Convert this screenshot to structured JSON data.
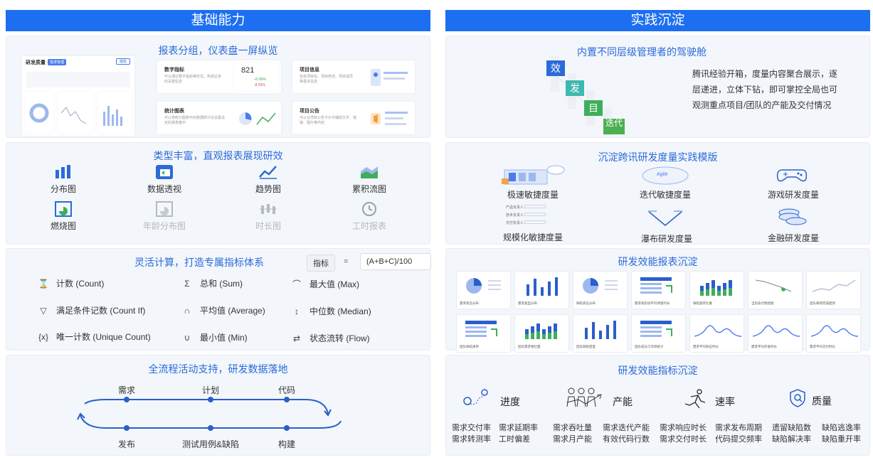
{
  "headers": {
    "left": "基础能力",
    "right": "实践沉淀"
  },
  "left": {
    "dashboard": {
      "title": "报表分组，仪表盘一屏纵览",
      "thumb_title": "研发质量",
      "thumb_badge": "需求管理",
      "thumb_btn": "模版",
      "digit_title": "数字指标",
      "digit_desc": "可以通过数字指标等形式，构成业务的关键信息",
      "digit_value": "821",
      "digit_up": "+5.89%",
      "digit_down": "-8.55%",
      "project_title": "项目信息",
      "project_desc": "包含项目信、项目表述、项目成员等基本信息",
      "stats_title": "统计图表",
      "stats_desc": "可以将统计图表中的数据统计在设置设定的报表盘中",
      "notice_title": "项目公告",
      "notice_desc": "可以在项目公告卡片中播放文字、链接、图片等内容"
    },
    "types": {
      "title": "类型丰富，直观报表展现研效",
      "items": [
        {
          "label": "分布图",
          "icon": "bar-chart-icon",
          "dim": false
        },
        {
          "label": "数据透视",
          "icon": "pivot-icon",
          "dim": false
        },
        {
          "label": "趋势图",
          "icon": "trend-icon",
          "dim": false
        },
        {
          "label": "累积流图",
          "icon": "area-chart-icon",
          "dim": false
        },
        {
          "label": "燃烧图",
          "icon": "burn-chart-icon",
          "dim": false
        },
        {
          "label": "年龄分布图",
          "icon": "age-chart-icon",
          "dim": true
        },
        {
          "label": "时长图",
          "icon": "duration-icon",
          "dim": true
        },
        {
          "label": "工时报表",
          "icon": "clock-icon",
          "dim": true
        }
      ]
    },
    "calc": {
      "title": "灵活计算，打造专属指标体系",
      "metric_btn": "指标",
      "equals": "=",
      "formula": "(A+B+C)/100",
      "functions": [
        {
          "sym": "⌛",
          "label": "计数 (Count)"
        },
        {
          "sym": "Σ",
          "label": "总和 (Sum)"
        },
        {
          "sym": "⌒",
          "label": "最大值 (Max)"
        },
        {
          "sym": "▽",
          "label": "满足条件记数 (Count If)"
        },
        {
          "sym": "∩",
          "label": "平均值 (Average)"
        },
        {
          "sym": "↕",
          "label": "中位数 (Median)"
        },
        {
          "sym": "{x}",
          "label": "唯一计数 (Unique Count)"
        },
        {
          "sym": "∪",
          "label": "最小值 (Min)"
        },
        {
          "sym": "⇄",
          "label": "状态流转 (Flow)"
        }
      ]
    },
    "process": {
      "title": "全流程活动支持，研发数据落地",
      "top": [
        "需求",
        "计划",
        "代码"
      ],
      "bottom": [
        "发布",
        "测试用例&缺陷",
        "构建"
      ]
    }
  },
  "right": {
    "cockpit": {
      "title": "内置不同层级管理者的驾驶舱",
      "tags": [
        "效",
        "发",
        "目",
        "迭代"
      ],
      "desc": [
        "腾讯经验开箱，度量内容聚合展示，逐",
        "层递进，立体下钻，即可掌控全局也可",
        "观测重点项目/团队的产能及交付情况"
      ],
      "tag_colors": [
        "#2a6bd8",
        "#3fb8b0",
        "#3fae5a",
        "#4caf50"
      ]
    },
    "templates": {
      "title": "沉淀跨讯研发度量实践模版",
      "items": [
        "极速敏捷度量",
        "迭代敏捷度量",
        "游戏研发度量",
        "规模化敏捷度量",
        "瀑布研发度量",
        "金融研发度量"
      ],
      "agile_label": "Agile",
      "role_rows": [
        "产品负责人",
        "技术负责人",
        "交付负责人"
      ]
    },
    "reports": {
      "title": "研发效能报表沉淀",
      "cards": [
        {
          "label": "需求状态分布",
          "kind": "pie"
        },
        {
          "label": "需求类型分布",
          "kind": "bar"
        },
        {
          "label": "缺陷状态分布",
          "kind": "pie"
        },
        {
          "label": "需求各阶段平均停留时长",
          "kind": "table"
        },
        {
          "label": "缺陷留存比重",
          "kind": "stacked"
        },
        {
          "label": "当前迭代燃烧图",
          "kind": "burn"
        },
        {
          "label": "团队每周完成趋势",
          "kind": "line"
        },
        {
          "label": "团队缺陷清单",
          "kind": "table"
        },
        {
          "label": "团队需求吞吐量",
          "kind": "stacked"
        },
        {
          "label": "团队缺陷密度",
          "kind": "bar"
        },
        {
          "label": "团队成员工作项统计",
          "kind": "table"
        },
        {
          "label": "需求平均响应时长",
          "kind": "wave"
        },
        {
          "label": "需求平均开发时长",
          "kind": "wave"
        },
        {
          "label": "需求平均交付时长",
          "kind": "wave"
        }
      ]
    },
    "indicators": {
      "title": "研发效能指标沉淀",
      "cats": [
        "进度",
        "产能",
        "速率",
        "质量"
      ],
      "metrics": [
        [
          "需求交付率",
          "需求转测率"
        ],
        [
          "需求延期率",
          "工时偏差"
        ],
        [
          "需求吞吐量",
          "需求月产能"
        ],
        [
          "需求迭代产能",
          "有效代码行数"
        ],
        [
          "需求响应时长",
          "需求交付时长"
        ],
        [
          "需求发布周期",
          "代码提交频率"
        ],
        [
          "遗留缺陷数",
          "缺陷解决率"
        ],
        [
          "缺陷逃逸率",
          "缺陷重开率"
        ]
      ]
    }
  }
}
